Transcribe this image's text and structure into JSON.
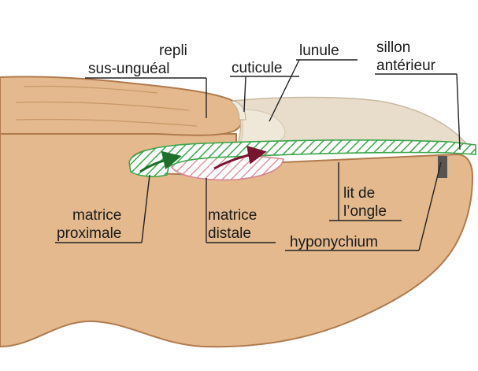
{
  "labels": {
    "repli_line1": "repli",
    "repli_line2": "sus-unguéal",
    "cuticule": "cuticule",
    "lunule": "lunule",
    "sillon_line1": "sillon",
    "sillon_line2": "antérieur",
    "matrice_proximale_line1": "matrice",
    "matrice_proximale_line2": "proximale",
    "matrice_distale_line1": "matrice",
    "matrice_distale_line2": "distale",
    "lit_line1": "lit de",
    "lit_line2": "l’ongle",
    "hyponychium": "hyponychium"
  },
  "colors": {
    "skin_fill": "#e3b98d",
    "skin_outline": "#b07a4c",
    "nail_plate": "#e8dccb",
    "lunule": "#efe8d9",
    "proximal_matrix": "#3aa64a",
    "distal_matrix": "#d9838f",
    "arrow": "#7a1530",
    "hyponychium": "#555555"
  }
}
